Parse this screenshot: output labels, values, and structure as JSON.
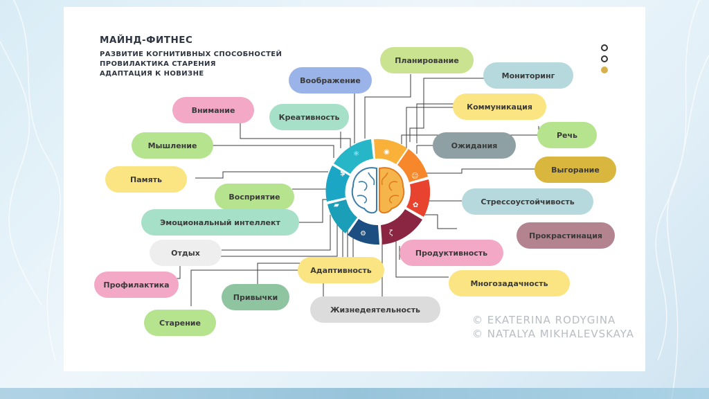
{
  "title": "МАЙНД-ФИТНЕС",
  "subtitles": [
    "РАЗВИТИЕ КОГНИТИВНЫХ СПОСОБНОСТЕЙ",
    "ПРОВИЛАКТИКА СТАРЕНИЯ",
    "АДАПТАЦИЯ К НОВИЗНЕ"
  ],
  "credits": [
    "© EKATERINA RODYGINA",
    "© NATALYA MIKHALEVSKAYA"
  ],
  "colors": {
    "pink": "#f3a8c5",
    "green": "#b5e38e",
    "yellow": "#fbe482",
    "mint": "#a7e0c8",
    "blue": "#9ab3e8",
    "lime": "#c9e391",
    "teal": "#b5d9dc",
    "gray_dark": "#8ea0a3",
    "gold": "#d9b73e",
    "mauve": "#b3838f",
    "pale_gray": "#eeeeee",
    "sage": "#8fc4a1",
    "light_gray": "#dcdcdc",
    "ring_teal": "#1b9fb9",
    "ring_navy": "#1d4e82",
    "ring_maroon": "#8b2642",
    "ring_orange": "#f6872a",
    "ring_gold": "#f9b13a"
  },
  "nodes": [
    {
      "id": "planning",
      "label": "Планирование"
    },
    {
      "id": "monitoring",
      "label": "Мониторинг"
    },
    {
      "id": "imagination",
      "label": "Воображение"
    },
    {
      "id": "communication",
      "label": "Коммуникация"
    },
    {
      "id": "attention",
      "label": "Внимание"
    },
    {
      "id": "creativity",
      "label": "Креативность"
    },
    {
      "id": "speech",
      "label": "Речь"
    },
    {
      "id": "thinking",
      "label": "Мышление"
    },
    {
      "id": "expectations",
      "label": "Ожидания"
    },
    {
      "id": "burnout",
      "label": "Выгорание"
    },
    {
      "id": "memory",
      "label": "Память"
    },
    {
      "id": "perception",
      "label": "Восприятие"
    },
    {
      "id": "stress",
      "label": "Стрессоустойчивость"
    },
    {
      "id": "ei",
      "label": "Эмоциональный интеллект"
    },
    {
      "id": "procrastination",
      "label": "Прокрастинация"
    },
    {
      "id": "rest",
      "label": "Отдых"
    },
    {
      "id": "productivity",
      "label": "Продуктивность"
    },
    {
      "id": "adaptivity",
      "label": "Адаптивность"
    },
    {
      "id": "prevention",
      "label": "Профилактика"
    },
    {
      "id": "multitasking",
      "label": "Многозадачность"
    },
    {
      "id": "habits",
      "label": "Привычки"
    },
    {
      "id": "lifeactivity",
      "label": "Жизнедеятельность"
    },
    {
      "id": "aging",
      "label": "Старение"
    }
  ]
}
